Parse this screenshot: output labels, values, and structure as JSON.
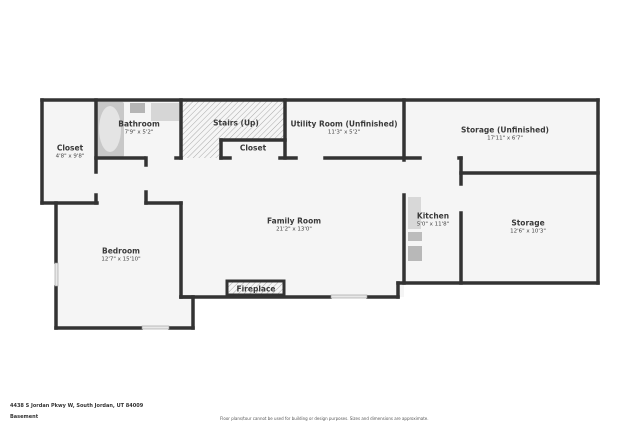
{
  "colors": {
    "wall": "#333333",
    "floor": "#f5f5f5",
    "fixture": "#c8c8c8",
    "background": "#ffffff",
    "text": "#3a3a3a"
  },
  "rooms": [
    {
      "id": "closet-left",
      "name": "Closet",
      "dims": "4'8\" x 9'8\""
    },
    {
      "id": "bathroom",
      "name": "Bathroom",
      "dims": "7'9\" x 5'2\""
    },
    {
      "id": "stairs",
      "name": "Stairs (Up)",
      "dims": ""
    },
    {
      "id": "closet-small",
      "name": "Closet",
      "dims": ""
    },
    {
      "id": "utility",
      "name": "Utility Room (Unfinished)",
      "dims": "11'3\" x 5'2\""
    },
    {
      "id": "storage-unfinished",
      "name": "Storage (Unfinished)",
      "dims": "17'11\" x 6'7\""
    },
    {
      "id": "family-room",
      "name": "Family Room",
      "dims": "21'2\" x 13'0\""
    },
    {
      "id": "kitchen",
      "name": "Kitchen",
      "dims": "5'0\" x 11'8\""
    },
    {
      "id": "storage",
      "name": "Storage",
      "dims": "12'6\" x 10'3\""
    },
    {
      "id": "bedroom",
      "name": "Bedroom",
      "dims": "12'7\" x 15'10\""
    },
    {
      "id": "fireplace",
      "name": "Fireplace",
      "dims": ""
    }
  ],
  "footer": {
    "address": "4438 S Jordan Pkwy W, South Jordan, UT 84009",
    "level": "Basement",
    "disclaimer": "Floor plans/tour cannot be used for building or design purposes. Sizes and dimensions are approximate."
  }
}
